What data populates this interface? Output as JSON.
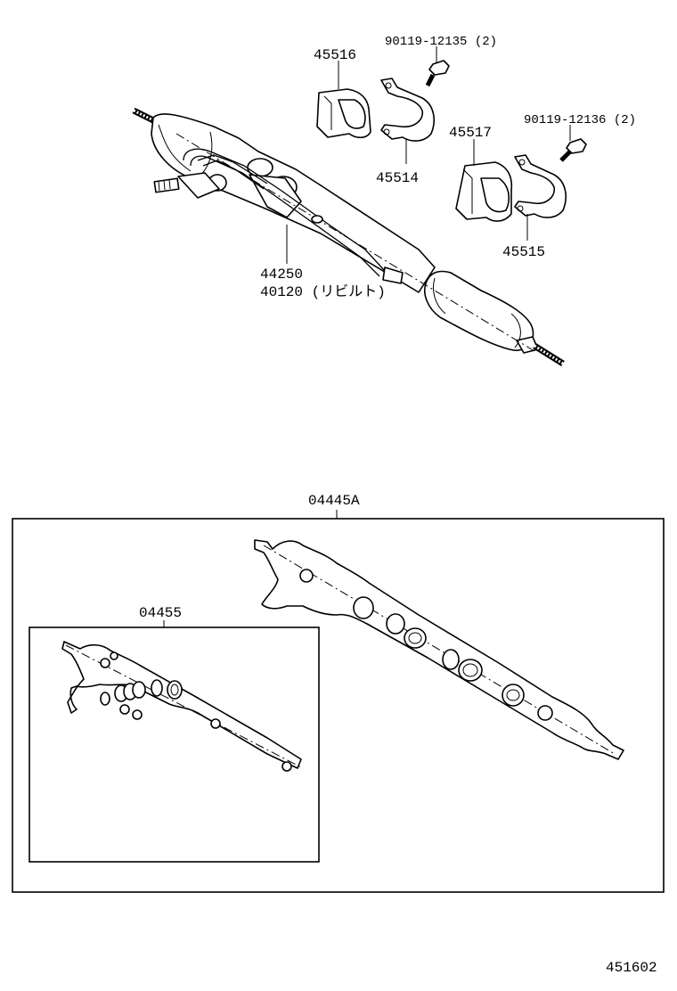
{
  "diagram": {
    "figure_code": "451602",
    "callouts": {
      "bolt_upper": "90119-12135 (2)",
      "bolt_lower": "90119-12136 (2)",
      "bushing_upper": "45516",
      "bracket_upper": "45514",
      "bushing_lower": "45517",
      "bracket_lower": "45515",
      "tube": "44250",
      "rack_assembly": "40120 (リビルト)",
      "gasket_kit": "04445A",
      "seal_kit": "04455"
    }
  }
}
